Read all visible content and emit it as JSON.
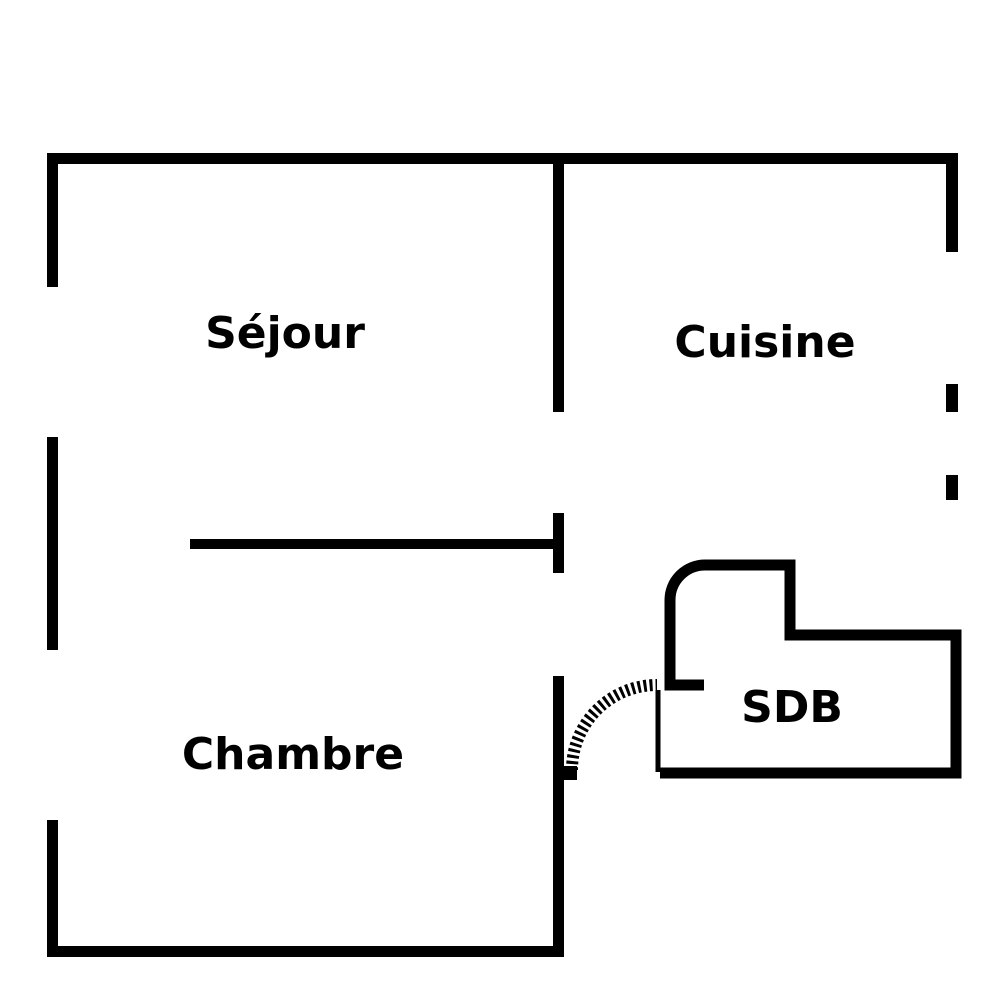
{
  "floor_plan": {
    "rooms": {
      "sejour": "Séjour",
      "cuisine": "Cuisine",
      "chambre": "Chambre",
      "sdb": "SDB"
    },
    "colors": {
      "wall": "#000000",
      "background": "#ffffff"
    }
  }
}
